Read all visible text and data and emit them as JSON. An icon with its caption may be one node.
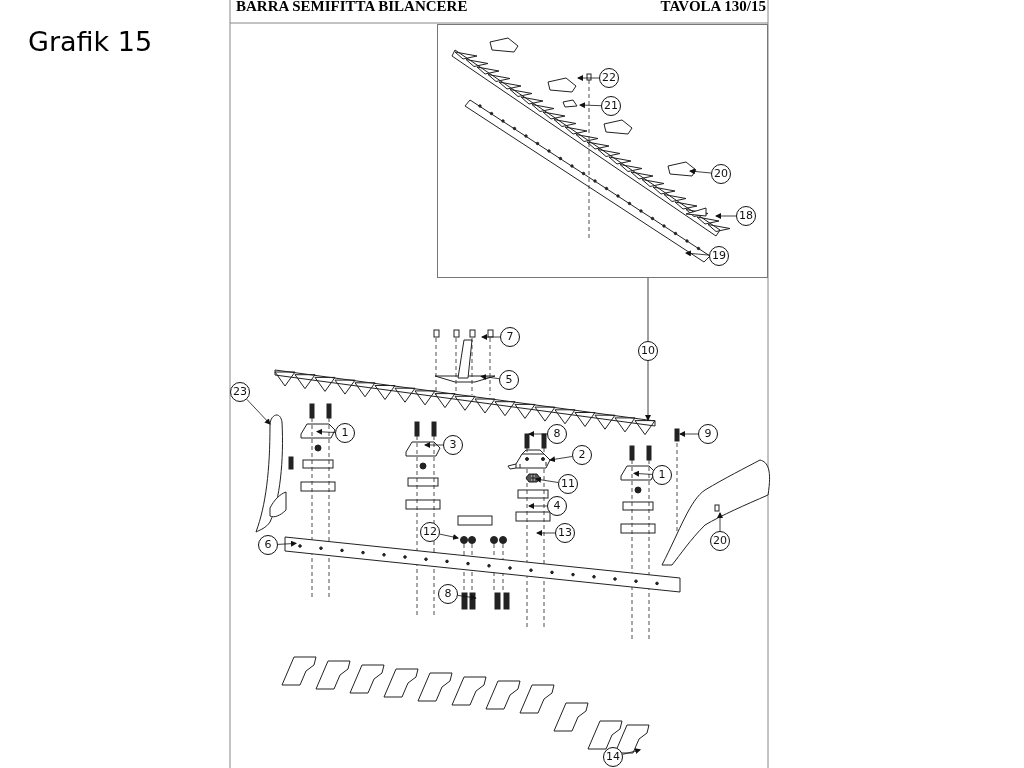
{
  "diagram": {
    "title": "Grafik 15",
    "nodes": [
      {
        "text": [],
        "shape": "box"
      },
      {
        "text": [
          "22"
        ],
        "in": 0
      },
      {
        "text": [
          "21"
        ],
        "in": 0
      },
      {
        "text": [
          "20"
        ],
        "in": 0
      },
      {
        "text": [
          "18"
        ],
        "in": 0
      },
      {
        "text": [
          "19"
        ],
        "in": 0
      },
      {
        "text": [
          "7"
        ]
      },
      {
        "text": [
          "10"
        ]
      },
      {
        "text": [
          "5"
        ]
      },
      {
        "text": [
          "23"
        ]
      },
      {
        "text": [
          "1"
        ]
      },
      {
        "text": [
          "3"
        ]
      },
      {
        "text": [
          "8"
        ]
      },
      {
        "text": [
          "9"
        ]
      },
      {
        "text": [
          "2"
        ]
      },
      {
        "text": [
          "11"
        ]
      },
      {
        "text": [
          "1"
        ]
      },
      {
        "text": [
          "4"
        ]
      },
      {
        "text": [
          "13"
        ]
      },
      {
        "text": [
          "12"
        ]
      },
      {
        "text": [
          "6"
        ]
      },
      {
        "text": [
          "20"
        ]
      },
      {
        "text": [
          "8"
        ]
      },
      {
        "text": [
          "14"
        ]
      },
      {
        "text": [],
        "shape": "picture"
      },
      {
        "text": [],
        "shape": "picture"
      },
      {
        "text": [],
        "shape": "picture"
      }
    ],
    "edges": [
      {
        "from": 1,
        "to": null,
        "arrow": "to"
      },
      {
        "from": 2,
        "to": null,
        "arrow": "to"
      },
      {
        "from": 3,
        "to": null,
        "arrow": "to"
      },
      {
        "from": 4,
        "to": null,
        "arrow": "to"
      },
      {
        "from": 5,
        "to": null,
        "arrow": "to"
      },
      {
        "from": 6,
        "to": null,
        "arrow": "to"
      },
      {
        "from": 7,
        "to": 0,
        "arrow": "none"
      },
      {
        "from": 7,
        "to": null,
        "arrow": "to"
      },
      {
        "from": 8,
        "to": null,
        "arrow": "to"
      },
      {
        "from": 9,
        "to": 24,
        "arrow": "to"
      },
      {
        "from": 10,
        "to": null,
        "arrow": "to"
      },
      {
        "from": 11,
        "to": null,
        "arrow": "to"
      },
      {
        "from": 12,
        "to": null,
        "arrow": "to"
      },
      {
        "from": 13,
        "to": null,
        "arrow": "to"
      },
      {
        "from": 14,
        "to": 25,
        "arrow": "to"
      },
      {
        "from": 15,
        "to": 26,
        "arrow": "to"
      },
      {
        "from": 16,
        "to": null,
        "arrow": "to"
      },
      {
        "from": 17,
        "to": null,
        "arrow": "to"
      },
      {
        "from": 18,
        "to": null,
        "arrow": "to"
      },
      {
        "from": 19,
        "to": null,
        "arrow": "to"
      },
      {
        "from": 20,
        "to": null,
        "arrow": "to"
      },
      {
        "from": 21,
        "to": null,
        "arrow": "to"
      },
      {
        "from": 22,
        "to": null,
        "arrow": "to"
      },
      {
        "from": 23,
        "to": null,
        "arrow": "to"
      }
    ],
    "labels": [
      "BARRA SEMIFITTA BILANCERE",
      "TAVOLA 130/15"
    ]
  }
}
